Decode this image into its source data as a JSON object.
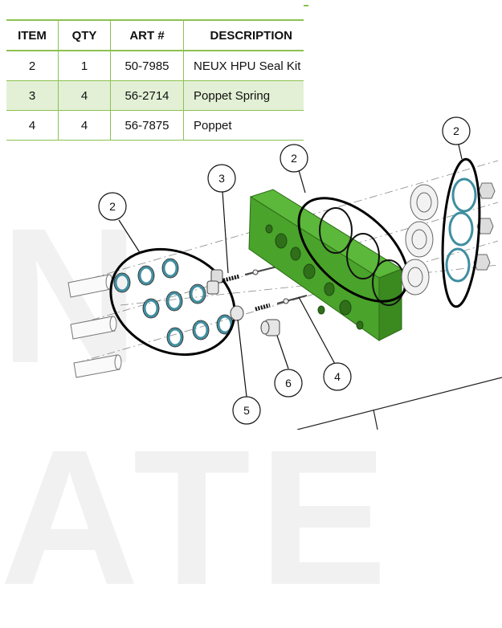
{
  "table": {
    "headers": [
      "ITEM",
      "QTY",
      "ART #",
      "DESCRIPTION"
    ],
    "rows": [
      {
        "item": "2",
        "qty": "1",
        "art": "50-7985",
        "description": "NEUX HPU Seal Kit"
      },
      {
        "item": "3",
        "qty": "4",
        "art": "56-2714",
        "description": "Poppet Spring"
      },
      {
        "item": "4",
        "qty": "4",
        "art": "56-7875",
        "description": "Poppet"
      }
    ]
  },
  "callouts": {
    "c2_left": "2",
    "c2_middle": "2",
    "c2_right": "2",
    "c3": "3",
    "c4": "4",
    "c5": "5",
    "c6": "6"
  },
  "colors": {
    "block_green": "#4aa32a",
    "seal_teal": "#3f8ea0",
    "table_rule": "#8cc152"
  }
}
